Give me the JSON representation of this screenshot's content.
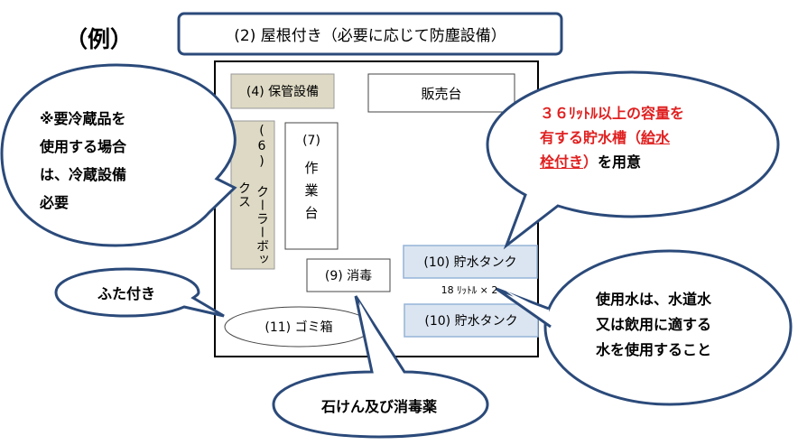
{
  "example_label": "（例）",
  "roof_label": "(2) 屋根付き（必要に応じて防塵設備）",
  "storage_label": "(4) 保管設備",
  "sales_counter_label": "販売台",
  "cooler_box_label": "(6) クーラーボックス",
  "work_table": {
    "number": "(7)",
    "text": "作業台"
  },
  "disinfection_label": "(9) 消毒",
  "tank_top_label": "(10) 貯水タンク",
  "tank_capacity_label": "18 ﾘｯﾄﾙ × 2",
  "tank_bottom_label": "(10) 貯水タンク",
  "trash_label": "(11) ゴミ箱",
  "callouts": {
    "refrigeration": [
      "※要冷蔵品を",
      "使用する場合",
      "は、冷蔵設備",
      "必要"
    ],
    "lid": "ふた付き",
    "water_tank": {
      "line1": "３６ﾘｯﾄﾙ以上の容量を",
      "line2a": "有する貯水槽（",
      "line2b": "給水",
      "line3a": "栓付き",
      "line3b": "）",
      "line3c": "を用意"
    },
    "water_use": [
      "使用水は、水道水",
      "又は飲用に適する",
      "水を使用すること"
    ],
    "soap": "石けん及び消毒薬"
  },
  "colors": {
    "callout_border": "#2b4a7a",
    "storage_fill": "#ddd9c4",
    "tank_fill": "#dbe5f1",
    "tank_border": "#95b3d7",
    "red_text": "#e02020"
  }
}
